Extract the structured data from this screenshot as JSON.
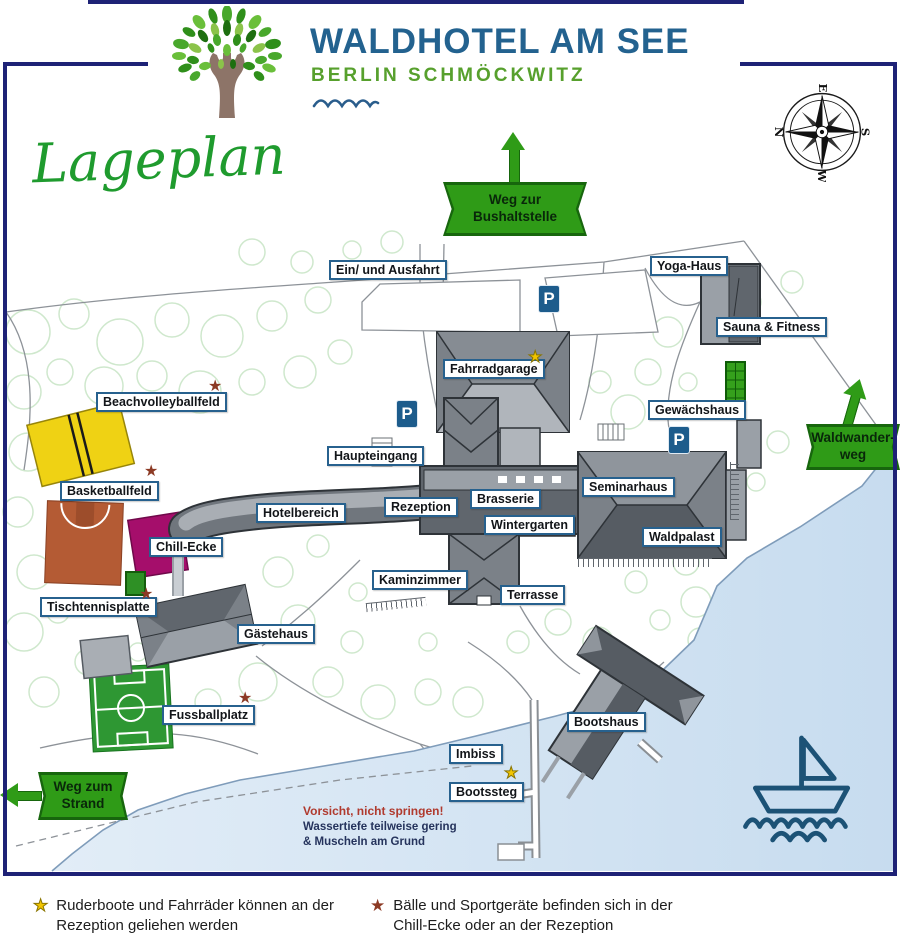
{
  "header": {
    "title": "WALDHOTEL AM SEE",
    "subtitle": "BERLIN SCHMÖCKWITZ"
  },
  "map": {
    "script_title": "Lageplan",
    "parking_letter": "P",
    "compass": {
      "top": "E",
      "right": "S",
      "bottom": "W",
      "left": "N"
    },
    "signs": {
      "bushaltestelle": {
        "line1": "Weg zur",
        "line2": "Bushaltstelle"
      },
      "waldwanderweg": {
        "line1": "Waldwander-",
        "line2": "weg"
      },
      "strand": {
        "line1": "Weg zum",
        "line2": "Strand"
      }
    },
    "labels": {
      "ein_und_ausfahrt": "Ein/ und Ausfahrt",
      "yoga_haus": "Yoga-Haus",
      "sauna_fitness": "Sauna & Fitness",
      "fahrradgarage": "Fahrradgarage",
      "gewaechshaus": "Gewächshaus",
      "beachvolleyballfeld": "Beachvolleyballfeld",
      "haupteingang": "Haupteingang",
      "basketballfeld": "Basketballfeld",
      "hotelbereich": "Hotelbereich",
      "rezeption": "Rezeption",
      "brasserie": "Brasserie",
      "seminarhaus": "Seminarhaus",
      "wintergarten": "Wintergarten",
      "chill_ecke": "Chill-Ecke",
      "waldpalast": "Waldpalast",
      "kaminzimmer": "Kaminzimmer",
      "terrasse": "Terrasse",
      "tischtennisplatte": "Tischtennisplatte",
      "gaestehaus": "Gästehaus",
      "fussballplatz": "Fussballplatz",
      "bootshaus": "Bootshaus",
      "imbiss": "Imbiss",
      "bootssteg": "Bootssteg"
    },
    "warning": {
      "line1": "Vorsicht, nicht springen!",
      "line2": "Wassertiefe teilweise gering",
      "line3": "& Muscheln am Grund"
    }
  },
  "legend": {
    "rental": "Ruderboote und Fahrräder können an der Rezeption geliehen werden",
    "sport": "Bälle und Sportgeräte befinden sich in der Chill-Ecke oder an der Rezeption"
  },
  "icons": {
    "star": "★"
  },
  "colors": {
    "frame_navy": "#1e2276",
    "title_blue": "#23628f",
    "green": "#57a02d",
    "sign_green": "#2f9b17",
    "water": "#cfe2f2",
    "chill_magenta": "#a50e6b",
    "volleyball_yellow": "#efd214",
    "basketball_clay": "#b45b34",
    "pitch_green": "#2e9733",
    "parking_blue": "#1d5c8c"
  }
}
